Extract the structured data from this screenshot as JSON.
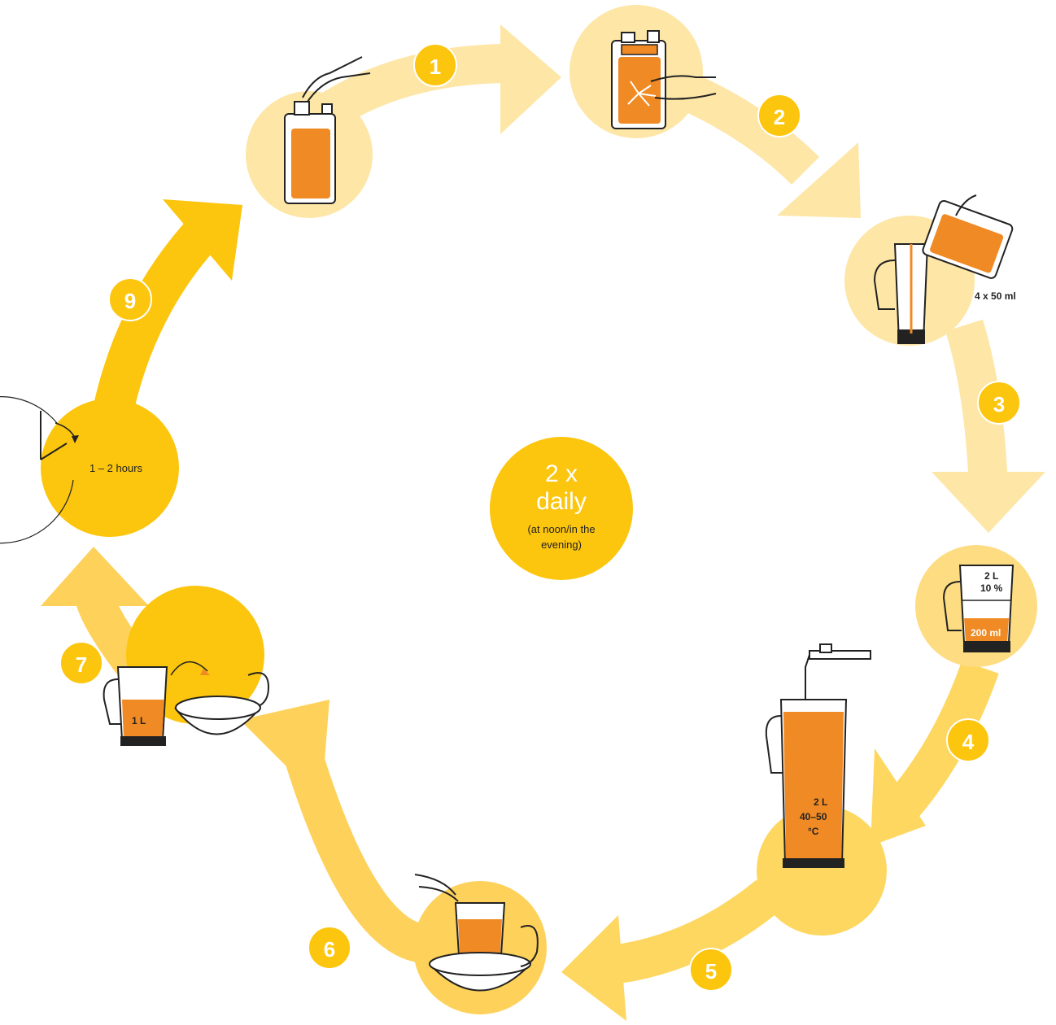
{
  "colors": {
    "pale_yellow": "#fde6a6",
    "mid_yellow": "#fdd15a",
    "strong_yellow": "#fcc50e",
    "orange": "#f08a24",
    "dark": "#222222"
  },
  "steps": [
    {
      "number": "1"
    },
    {
      "number": "2"
    },
    {
      "number": "3"
    },
    {
      "number": "4"
    },
    {
      "number": "5"
    },
    {
      "number": "6"
    },
    {
      "number": "7"
    },
    {
      "number": "9"
    }
  ],
  "labels": {
    "dose": "4 x 50 ml",
    "jug_volume": "2 L",
    "concentration": "10 %",
    "concentrate_amount": "200 ml",
    "fill_volume": "2 L",
    "temp_range": "40–50",
    "temp_unit": "°C",
    "remaining": "1 L",
    "wait_time": "1 – 2 hours"
  },
  "center": {
    "line1": "2 x",
    "line2": "daily",
    "line3": "(at noon/in the",
    "line4": "evening)"
  }
}
